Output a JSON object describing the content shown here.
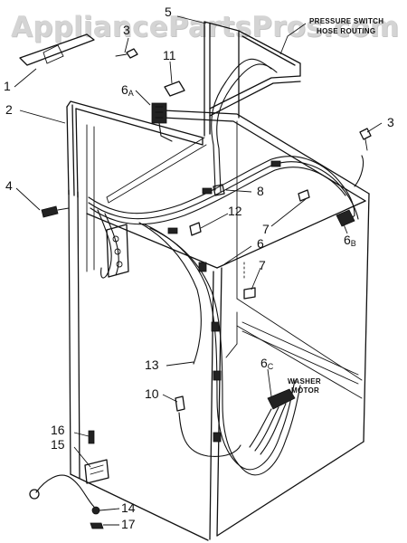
{
  "watermark": "AppliancePartsPros.com",
  "notes": {
    "pressure_switch": [
      "PRESSURE SWITCH",
      "HOSE ROUTING"
    ],
    "washer_motor": [
      "WASHER",
      "MOTOR"
    ]
  },
  "callouts": [
    {
      "id": "1",
      "label": "1"
    },
    {
      "id": "2",
      "label": "2"
    },
    {
      "id": "3a",
      "label": "3"
    },
    {
      "id": "3b",
      "label": "3"
    },
    {
      "id": "4",
      "label": "4"
    },
    {
      "id": "5",
      "label": "5"
    },
    {
      "id": "6",
      "label": "6"
    },
    {
      "id": "6a",
      "label": "6",
      "sub": "A"
    },
    {
      "id": "6b",
      "label": "6",
      "sub": "B"
    },
    {
      "id": "6c",
      "label": "6",
      "sub": "C"
    },
    {
      "id": "7a",
      "label": "7"
    },
    {
      "id": "7b",
      "label": "7"
    },
    {
      "id": "8",
      "label": "8"
    },
    {
      "id": "10",
      "label": "10"
    },
    {
      "id": "11",
      "label": "11"
    },
    {
      "id": "12",
      "label": "12"
    },
    {
      "id": "13",
      "label": "13"
    },
    {
      "id": "14",
      "label": "14"
    },
    {
      "id": "15",
      "label": "15"
    },
    {
      "id": "16",
      "label": "16"
    },
    {
      "id": "17",
      "label": "17"
    }
  ]
}
